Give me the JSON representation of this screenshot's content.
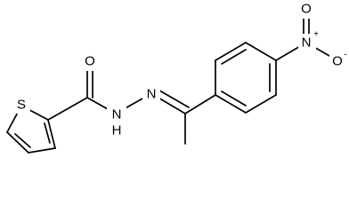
{
  "molecule": {
    "atoms": {
      "thiophene_s": "S",
      "carbonyl_o": "O",
      "amide_n": "N",
      "amide_h": "H",
      "imine_n": "N",
      "nitro_n": "N",
      "nitro_n_charge": "+",
      "nitro_o_top": "O",
      "nitro_o_right": "O",
      "nitro_o_charge": "-"
    }
  }
}
